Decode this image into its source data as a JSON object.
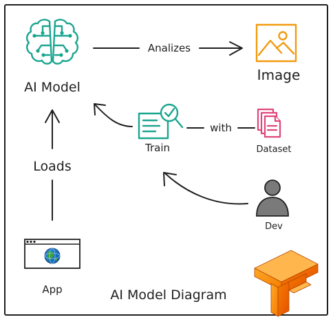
{
  "diagram": {
    "title": "AI Model Diagram",
    "nodes": {
      "ai_model": {
        "label": "AI Model",
        "icon": "brain-circuit-icon",
        "color": "#1aa58f"
      },
      "image": {
        "label": "Image",
        "icon": "image-icon",
        "color": "#f29a0d"
      },
      "train": {
        "label": "Train",
        "icon": "train-checklist-icon",
        "color": "#1aa58f"
      },
      "dataset": {
        "label": "Dataset",
        "icon": "documents-icon",
        "color": "#e0457b"
      },
      "dev": {
        "label": "Dev",
        "icon": "user-icon",
        "color": "#7a7a7a"
      },
      "app": {
        "label": "App",
        "icon": "browser-window-icon",
        "color": "#1e1e1e"
      },
      "tensorflow": {
        "icon": "tensorflow-logo-icon",
        "color": "#f57c00"
      }
    },
    "edges": {
      "ai_to_image": {
        "label": "Analizes"
      },
      "train_to_dataset": {
        "label": "with"
      },
      "app_to_ai": {
        "label": "Loads"
      },
      "train_to_ai": {
        "label": ""
      },
      "dev_to_train": {
        "label": ""
      }
    },
    "frame": {
      "border_color": "#1e1e1e"
    }
  }
}
